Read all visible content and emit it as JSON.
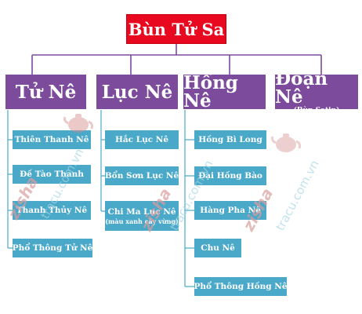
{
  "root": {
    "label": "Bùn Tử Sa"
  },
  "categories": [
    {
      "label": "Tử Nê",
      "sub": ""
    },
    {
      "label": "Lục Nê",
      "sub": ""
    },
    {
      "label": "Hồng Nê",
      "sub": ""
    },
    {
      "label": "Đoạn Nê",
      "sub": "(Bùn Satin)"
    }
  ],
  "tu_ne": [
    "Thiên Thanh Nê",
    "Đế Tào Thanh",
    "Thanh Thủy Nê",
    "Phổ Thông Tử Nê"
  ],
  "luc_ne": [
    {
      "label": "Hắc Lục Nê",
      "note": ""
    },
    {
      "label": "Bổn Sơn Lục Nê",
      "note": ""
    },
    {
      "label": "Chi Ma Lục Nê",
      "note": "(màu xanh cây vừng)"
    }
  ],
  "hong_ne": [
    "Hồng Bì Long",
    "Đại Hồng Bào",
    "Hàng Pha Nê",
    "Chu Nê",
    "Phổ Thông Hồng Nê"
  ],
  "watermark": {
    "brand": "zisha",
    "site": "tracu.com.vn"
  },
  "colors": {
    "root": "#e8081f",
    "category": "#7d4b9c",
    "item": "#4aa8c8",
    "line": "#7d4b9c",
    "branch": "#4aa8c8"
  }
}
